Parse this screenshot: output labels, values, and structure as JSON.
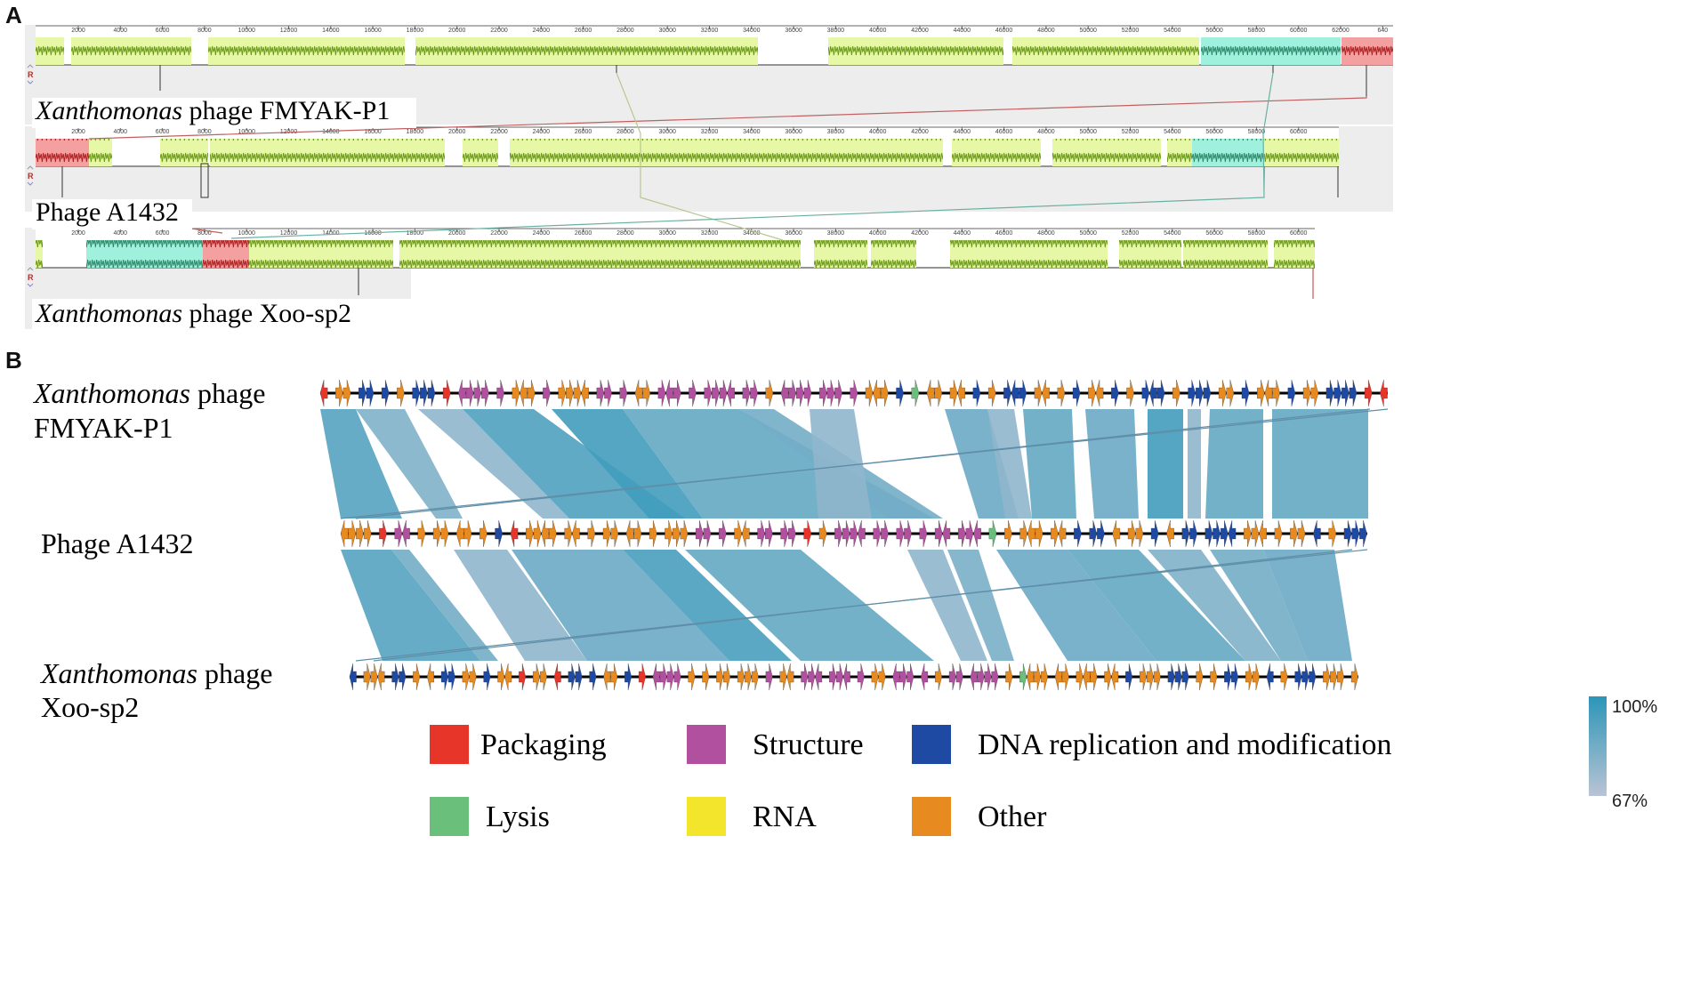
{
  "panel_a": {
    "letter": "A",
    "ticks": [
      "2000",
      "4000",
      "6000",
      "8000",
      "10000",
      "12000",
      "14000",
      "16000",
      "18000",
      "20000",
      "22000",
      "24000",
      "26000",
      "28000",
      "30000",
      "32000",
      "34000",
      "36000",
      "38000",
      "40000",
      "42000",
      "44000",
      "46000",
      "48000",
      "50000",
      "52000",
      "54000",
      "56000",
      "58000",
      "60000",
      "62000",
      "640"
    ],
    "tracks": [
      {
        "italic": "Xanthomonas",
        "rest": " phage FMYAK-P1"
      },
      {
        "italic": "",
        "rest": "Phage A1432"
      },
      {
        "italic": "Xanthomonas",
        "rest": " phage Xoo-sp2"
      }
    ],
    "control_label": "R"
  },
  "panel_b": {
    "letter": "B",
    "genomes": [
      {
        "italic": "Xanthomonas",
        "line1_rest": " phage",
        "line2": "FMYAK-P1"
      },
      {
        "italic": "",
        "line1_rest": "Phage A1432",
        "line2": ""
      },
      {
        "italic": "Xanthomonas",
        "line1_rest": " phage",
        "line2": "Xoo-sp2"
      }
    ],
    "legend": [
      {
        "label": "Packaging",
        "color": "#e8352a"
      },
      {
        "label": "Structure",
        "color": "#b0509e"
      },
      {
        "label": "DNA replication and modification",
        "color": "#1f4aa3"
      },
      {
        "label": "Lysis",
        "color": "#6abf7b"
      },
      {
        "label": "RNA",
        "color": "#f2e52b"
      },
      {
        "label": "Other",
        "color": "#e78a1f"
      }
    ],
    "identity_scale": {
      "max_label": "100%",
      "min_label": "67%",
      "max_color": "#2c95b8",
      "min_color": "#b9c4d4"
    }
  }
}
